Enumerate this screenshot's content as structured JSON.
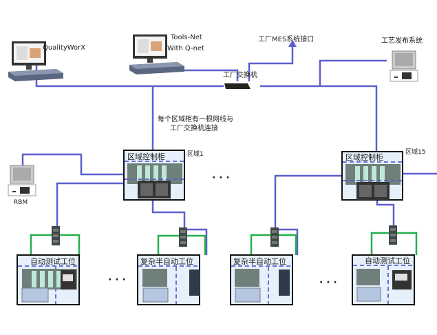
{
  "nodes": {
    "qualityworx": "QualityWorX",
    "toolsnet_line1": "Tools-Net",
    "toolsnet_line2": "With Q-net",
    "mes": "工厂MES系统接口",
    "process_release": "工艺发布系统",
    "factory_switch": "工厂交换机",
    "note_line1": "每个区域柜有一根网线与",
    "note_line2": "工厂交换机连接",
    "rbm": "RBM"
  },
  "zones": [
    {
      "title": "区域控制柜",
      "label": "区域1"
    },
    {
      "title": "区域控制柜",
      "label": "区域15"
    }
  ],
  "stations": [
    {
      "title": "自动测试工位"
    },
    {
      "title": "复杂半自动工位"
    },
    {
      "title": "复杂半自动工位"
    },
    {
      "title": "自动测试工位"
    }
  ],
  "ellipsis": "· · ·",
  "colors": {
    "network": "#5a5fd0",
    "station_link": "#22b04a",
    "box_fill": "#e6f0fb"
  }
}
